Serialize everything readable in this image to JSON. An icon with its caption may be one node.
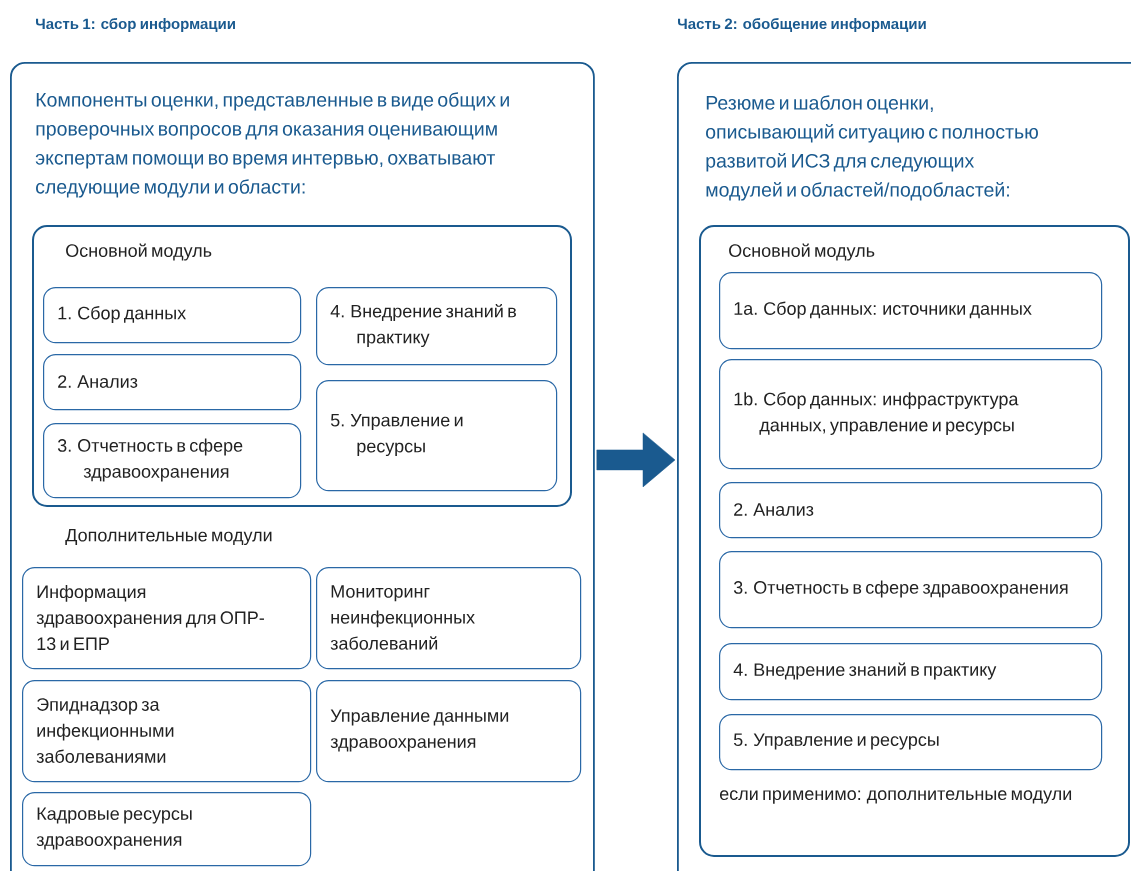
{
  "diagram": {
    "nodes": [
      {
        "text": [
          "Часть 1: сбор информации",
          "Компоненты оценки, представленные в виде общих и проверочных вопросов для оказания оценивающим экспертам помощи во время интервью, охватывают следующие модули и области:",
          "Дополнительные модули"
        ]
      },
      {
        "text": [
          "Основной модуль"
        ],
        "in": 0
      },
      {
        "text": [
          "1. Сбор данных"
        ],
        "in": 1
      },
      {
        "text": [
          "2. Анализ"
        ],
        "in": 1
      },
      {
        "text": [
          "3. Отчетность в сфере здравоохранения"
        ],
        "in": 1
      },
      {
        "text": [
          "4. Внедрение знаний в практику"
        ],
        "in": 1
      },
      {
        "text": [
          "5. Управление и ресурсы"
        ],
        "in": 1
      },
      {
        "text": [
          "Информация здравоохранения для ОПР-13 и ЕПР"
        ],
        "in": 0
      },
      {
        "text": [
          "Мониторинг неинфекционных заболеваний"
        ],
        "in": 0
      },
      {
        "text": [
          "Эпиднадзор за инфекционными заболеваниями"
        ],
        "in": 0
      },
      {
        "text": [
          "Управление данными здравоохранения"
        ],
        "in": 0
      },
      {
        "text": [
          "Кадровые ресурсы здравоохранения"
        ],
        "in": 0
      },
      {
        "text": [
          "Часть 2: обобщение информации",
          "Резюме и шаблон оценки, описывающий ситуацию с полностью развитой ИСЗ для следующих модулей и областей/подобластей:"
        ]
      },
      {
        "text": [
          "Основной модуль",
          "если применимо: дополнительные модули"
        ],
        "in": 12
      },
      {
        "text": [
          "1a. Сбор данных: источники данных"
        ],
        "in": 13
      },
      {
        "text": [
          "1b. Сбор данных: инфраструктура данных, управление и ресурсы"
        ],
        "in": 13
      },
      {
        "text": [
          "2. Анализ"
        ],
        "in": 13
      },
      {
        "text": [
          "3. Отчетность в сфере здравоохранения"
        ],
        "in": 13
      },
      {
        "text": [
          "4. Внедрение знаний в практику"
        ],
        "in": 13
      },
      {
        "text": [
          "5. Управление и ресурсы"
        ],
        "in": 13
      }
    ],
    "edges": [
      {
        "from": 0,
        "to": 12,
        "arrow": "to",
        "style": "thick"
      }
    ]
  }
}
